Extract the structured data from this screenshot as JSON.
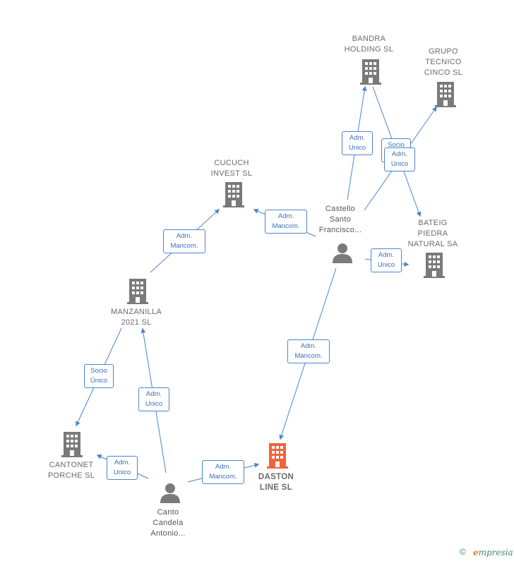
{
  "nodes": {
    "bandra": {
      "label": "BANDRA\nHOLDING  SL",
      "type": "company"
    },
    "grupo": {
      "label": "GRUPO\nTECNICO\nCINCO SL",
      "type": "company"
    },
    "cucuch": {
      "label": "CUCUCH\nINVEST  SL",
      "type": "company"
    },
    "castello": {
      "label": "Castello\nSanto\nFrancisco...",
      "type": "person"
    },
    "bateig": {
      "label": "BATEIG\nPIEDRA\nNATURAL SA",
      "type": "company"
    },
    "manzanilla": {
      "label": "MANZANILLA\n2021  SL",
      "type": "company"
    },
    "cantonet": {
      "label": "CANTONET\nPORCHE  SL",
      "type": "company"
    },
    "daston": {
      "label": "DASTON\nLINE  SL",
      "type": "company-main"
    },
    "canto": {
      "label": "Canto\nCandela\nAntonio...",
      "type": "person"
    }
  },
  "edges": {
    "castello_bandra": "Adm.\nUnico",
    "bandra_bateig": "Socio\nÚnico",
    "castello_grupo": "Adm.\nUnico",
    "castello_cucuch": "Adm.\nMancom.",
    "castello_bateig": "Adm.\nUnico",
    "castello_daston": "Adm.\nMancom.",
    "manzanilla_cucuch": "Adm.\nMancom.",
    "manzanilla_cantonet": "Socio\nÚnico",
    "canto_manzanilla": "Adm.\nUnico",
    "canto_cantonet": "Adm.\nUnico",
    "canto_daston": "Adm.\nMancom."
  },
  "colors": {
    "edge": "#4a86d0",
    "node": "#7a7a7a",
    "main_node": "#f0643a"
  },
  "footer": {
    "copyright_symbol": "©",
    "brand_initial": "e",
    "brand_rest": "mpresia"
  }
}
